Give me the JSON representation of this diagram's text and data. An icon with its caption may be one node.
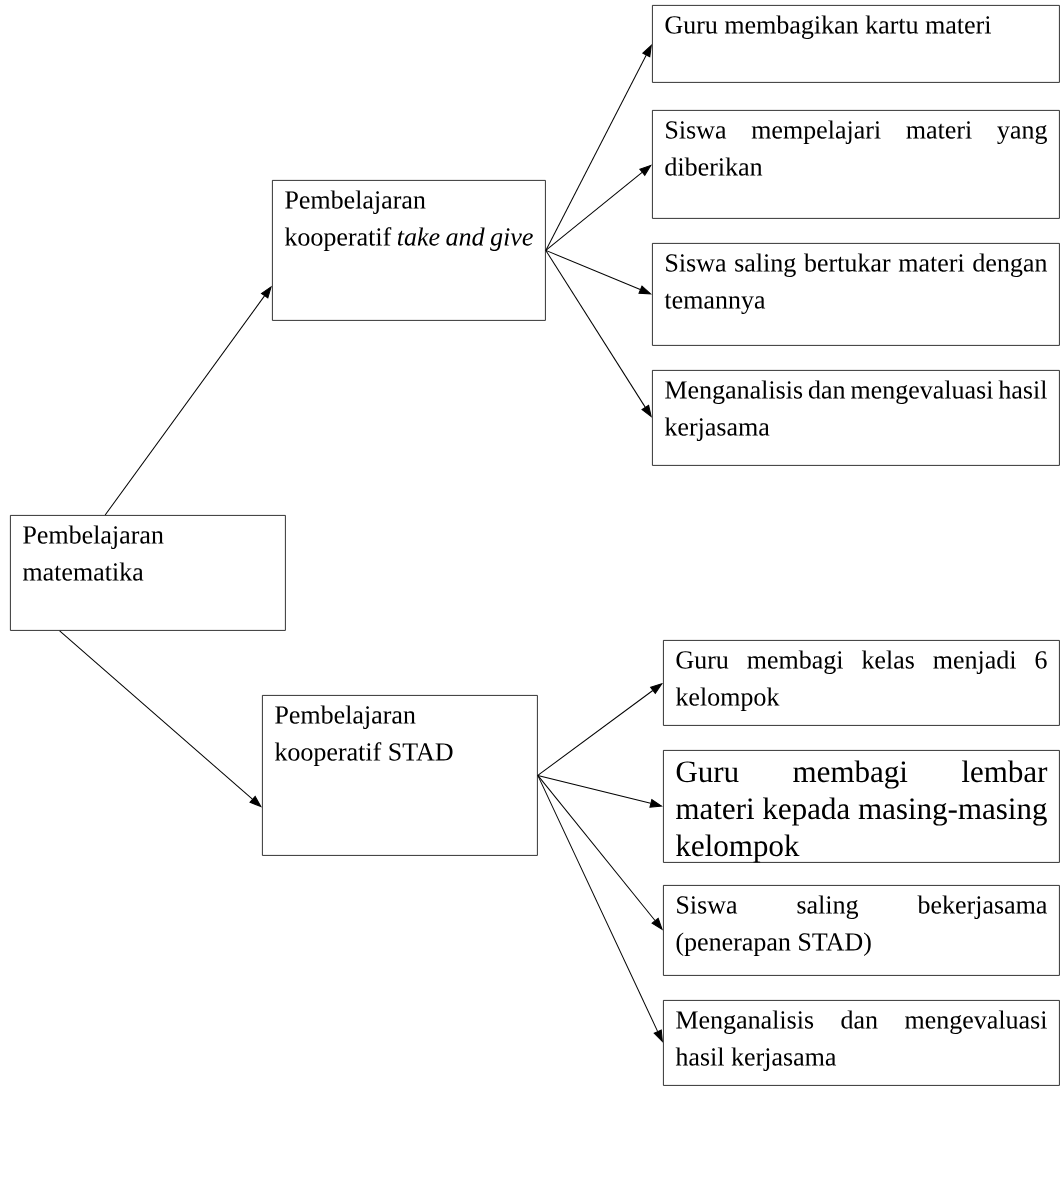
{
  "diagram": {
    "nodes": [
      {
        "text": [
          "Pembelajaran matematika"
        ]
      },
      {
        "text": [
          "Pembelajaran kooperatif *take and give*"
        ]
      },
      {
        "text": [
          "Guru membagikan kartu materi"
        ]
      },
      {
        "text": [
          "Siswa mempelajari materi yang diberikan"
        ]
      },
      {
        "text": [
          "Siswa saling bertukar materi dengan temannya"
        ]
      },
      {
        "text": [
          "Menganalisis dan mengevaluasi hasil kerjasama"
        ]
      },
      {
        "text": [
          "Pembelajaran kooperatif STAD"
        ]
      },
      {
        "text": [
          "Guru membagi kelas menjadi 6 kelompok"
        ]
      },
      {
        "text": [
          "Guru membagi lembar materi kepada masing-masing kelompok"
        ]
      },
      {
        "text": [
          "Siswa saling bekerjasama (penerapan STAD)"
        ]
      },
      {
        "text": [
          "Menganalisis dan mengevaluasi hasil kerjasama"
        ]
      }
    ],
    "edges": [
      {
        "from": 0,
        "to": 1,
        "arrow": "to"
      },
      {
        "from": 1,
        "to": 2,
        "arrow": "to"
      },
      {
        "from": 1,
        "to": 3,
        "arrow": "to"
      },
      {
        "from": 1,
        "to": 4,
        "arrow": "to"
      },
      {
        "from": 1,
        "to": 5,
        "arrow": "to"
      },
      {
        "from": 0,
        "to": 6,
        "arrow": "to"
      },
      {
        "from": 6,
        "to": 7,
        "arrow": "to"
      },
      {
        "from": 6,
        "to": 8,
        "arrow": "to"
      },
      {
        "from": 6,
        "to": 9,
        "arrow": "to"
      },
      {
        "from": 6,
        "to": 10,
        "arrow": "to"
      }
    ]
  }
}
